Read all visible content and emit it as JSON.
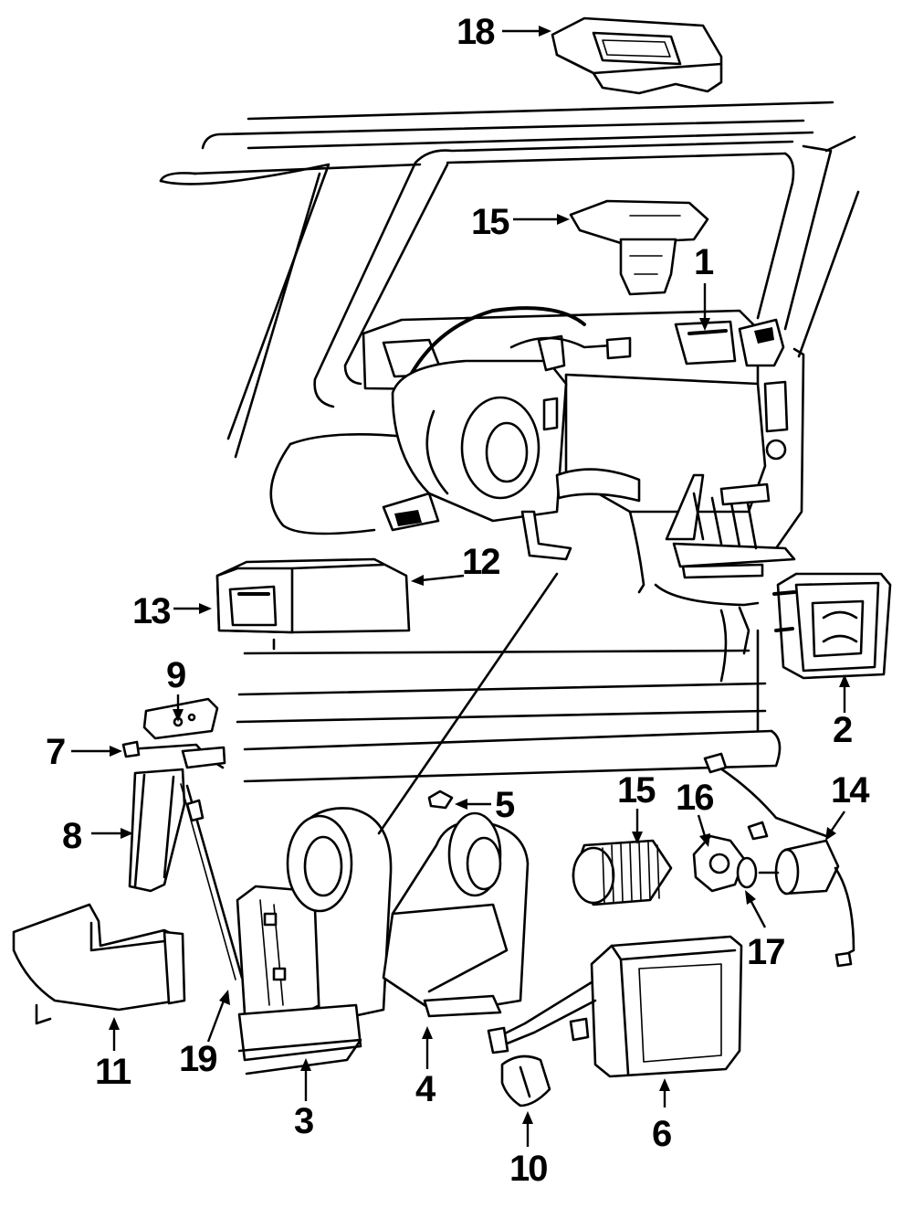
{
  "callouts": {
    "c1": "1",
    "c2": "2",
    "c3": "3",
    "c4": "4",
    "c5": "5",
    "c6": "6",
    "c7": "7",
    "c8": "8",
    "c9": "9",
    "c10": "10",
    "c11": "11",
    "c12": "12",
    "c13": "13",
    "c14": "14",
    "c15a": "15",
    "c15b": "15",
    "c16": "16",
    "c17": "17",
    "c18": "18",
    "c19": "19"
  }
}
